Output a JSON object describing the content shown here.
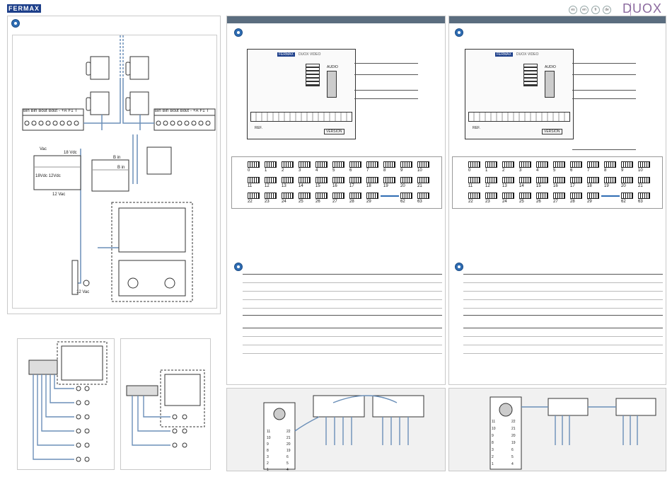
{
  "header": {
    "brand": "FERMAX",
    "product": "DUOX",
    "languages": [
      "es",
      "en",
      "fr",
      "de"
    ]
  },
  "left_panel": {
    "terminals_a": [
      "Bin",
      "Bin",
      "Bout",
      "Bout",
      "-",
      "+A",
      "F1",
      "T"
    ],
    "terminals_b": [
      "Bin",
      "Bin",
      "Bout",
      "Bout",
      "-",
      "+A",
      "F1",
      "T"
    ],
    "labels": {
      "vac_top": "Vac",
      "vdc_top": "18 Vdc",
      "psu_rating": "18Vdc 12Vdc",
      "vac_bottom": "12 Vac",
      "bin_a": "B in",
      "bin_b": "B in",
      "vac_door": "12 Vac"
    }
  },
  "config_panels": [
    {
      "board_brand": "FERMAX",
      "board_title": "DUOX VIDEO",
      "labels": [
        "AUDIO",
        "VERSION",
        "REF."
      ],
      "codes_row1": [
        "0",
        "1",
        "2",
        "3",
        "4",
        "5",
        "6",
        "7",
        "8",
        "9",
        "10"
      ],
      "codes_row2": [
        "11",
        "12",
        "13",
        "14",
        "15",
        "16",
        "17",
        "18",
        "19",
        "20",
        "21"
      ],
      "codes_row3": [
        "22",
        "23",
        "24",
        "25",
        "26",
        "27",
        "28",
        "29",
        "62",
        "63"
      ]
    },
    {
      "board_brand": "FERMAX",
      "board_title": "DUOX VIDEO",
      "labels": [
        "AUDIO",
        "VERSION",
        "REF."
      ],
      "codes_row1": [
        "0",
        "1",
        "2",
        "3",
        "4",
        "5",
        "6",
        "7",
        "8",
        "9",
        "10"
      ],
      "codes_row2": [
        "11",
        "12",
        "13",
        "14",
        "15",
        "16",
        "17",
        "18",
        "19",
        "20",
        "21"
      ],
      "codes_row3": [
        "22",
        "23",
        "24",
        "25",
        "26",
        "27",
        "28",
        "29",
        "62",
        "63"
      ]
    }
  ],
  "bottom_labels": {
    "left_buttons_a": [
      "11",
      "10",
      "9",
      "8",
      "3",
      "2",
      "1"
    ],
    "left_buttons_b": [
      "22",
      "21",
      "20",
      "19",
      "6",
      "5",
      "4"
    ],
    "right_buttons_a": [
      "11",
      "10",
      "9",
      "8",
      "3",
      "2",
      "1"
    ],
    "right_buttons_b": [
      "22",
      "21",
      "20",
      "19",
      "6",
      "5",
      "4"
    ]
  },
  "colors": {
    "accent": "#2f6db3",
    "header": "#5b6d7f",
    "wire": "#6b8fb8",
    "duox": "#8b6a9e"
  }
}
